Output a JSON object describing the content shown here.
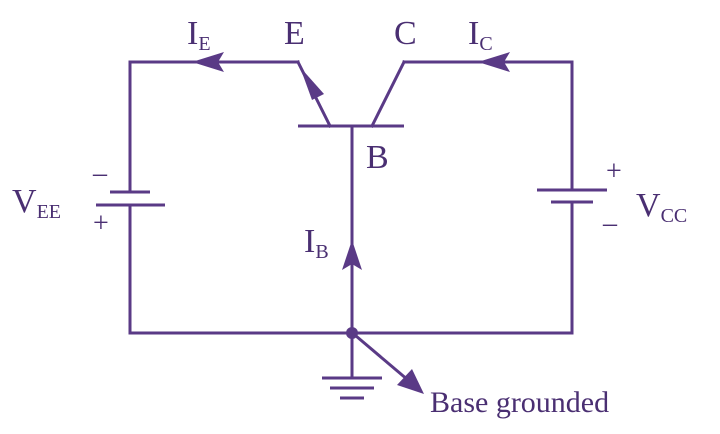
{
  "colors": {
    "stroke": "#5a3a86",
    "text": "#4a2f72",
    "background": "#ffffff"
  },
  "labels": {
    "ie_main": "I",
    "ie_sub": "E",
    "emitter": "E",
    "collector": "C",
    "ic_main": "I",
    "ic_sub": "C",
    "base": "B",
    "ib_main": "I",
    "ib_sub": "B",
    "vee_main": "V",
    "vee_sub": "EE",
    "vcc_main": "V",
    "vcc_sub": "CC",
    "vee_minus": "–",
    "vee_plus": "+",
    "vcc_plus": "+",
    "vcc_minus": "–",
    "ground_note": "Base grounded"
  },
  "icons": [
    "pnp-transistor-icon",
    "battery-icon",
    "ground-icon",
    "current-arrow-icon"
  ]
}
